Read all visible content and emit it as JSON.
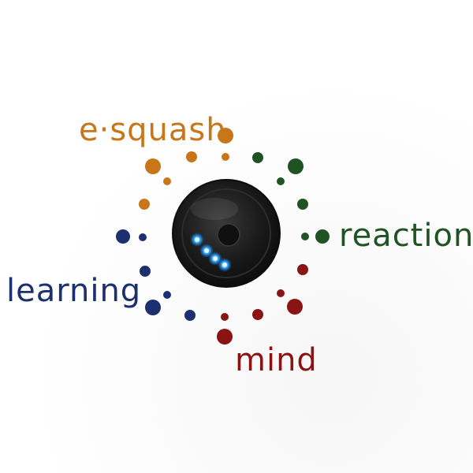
{
  "logo": {
    "words": {
      "esquash": "e·squash",
      "reaction": "reaction",
      "learning": "learning",
      "mind": "mind"
    },
    "colors": {
      "esquash": "#c8761a",
      "reaction": "#1f5324",
      "learning": "#1c2f6e",
      "mind": "#8a1414",
      "led": "#2fa8ff",
      "disc": "#1a1a1a"
    },
    "icon": "camera-lens-icon"
  }
}
